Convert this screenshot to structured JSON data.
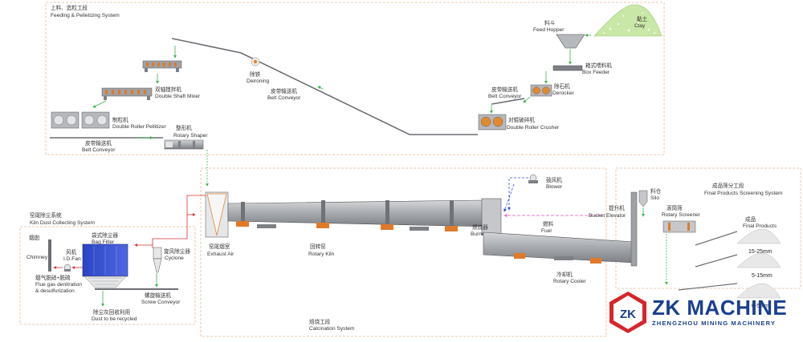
{
  "colors": {
    "section_border": "#e8b890",
    "kiln_gray": "#a8abaf",
    "belt": "#6b6e73",
    "arrow_green": "#3cb44a",
    "air_red": "#d93030",
    "blower_blue": "#3b4fd8",
    "fuel_pink": "#e37bd3",
    "logo_red": "#d6262b",
    "logo_blue": "#1a3f8f",
    "clay_green": "#c9e7a6",
    "mixer_orange": "#e07a2a"
  },
  "sections": {
    "feeding": {
      "cn": "上料、造粒工段",
      "en": "Feeding & Pelletizing System"
    },
    "calcination": {
      "cn": "焙烧工段",
      "en": "Calcination System"
    },
    "screening": {
      "cn": "成品筛分工段",
      "en": "Final Products Screening System"
    },
    "dust": {
      "cn": "窑尾除尘系统",
      "en": "Kiln Dust Collecting System"
    }
  },
  "labels": {
    "clay": {
      "cn": "黏土",
      "en": "Clay"
    },
    "feed_hopper": {
      "cn": "料斗",
      "en": "Feed Hopper"
    },
    "box_feeder": {
      "cn": "箱式喂料机",
      "en": "Box Feeder"
    },
    "derocker": {
      "cn": "除石机",
      "en": "Derocker"
    },
    "belt_conveyor_right": {
      "cn": "皮带输送机",
      "en": "Belt Conveyor"
    },
    "double_roller_crusher": {
      "cn": "对辊破碎机",
      "en": "Double Roller Crusher"
    },
    "belt_conveyor_mid": {
      "cn": "皮带输送机",
      "en": "Belt Conveyor"
    },
    "deironing": {
      "cn": "除铁",
      "en": "Deironing"
    },
    "double_shaft_mixer": {
      "cn": "双轴搅拌机",
      "en": "Double Shaft Mixer"
    },
    "pelletizer": {
      "cn": "制粒机",
      "en": "Double Roller Pellitizer"
    },
    "belt_conveyor_left": {
      "cn": "皮带输送机",
      "en": "Belt Conveyor"
    },
    "rotary_shaper": {
      "cn": "整形机",
      "en": "Rotary Shaper"
    },
    "blower": {
      "cn": "鼓风机",
      "en": "Blower"
    },
    "exhaust_air": {
      "cn": "窑尾烟室",
      "en": "Exhaust Air"
    },
    "preheater": {
      "cn": "回转窑",
      "en": "Rotary Kiln"
    },
    "burner": {
      "cn": "燃烧器",
      "en": "Burner"
    },
    "fuel": {
      "cn": "燃料",
      "en": "Fuel"
    },
    "bucket_elevator": {
      "cn": "提升机",
      "en": "Bucket Elevator"
    },
    "rotary_cooler": {
      "cn": "冷却机",
      "en": "Rotary Cooler"
    },
    "silo": {
      "cn": "料仓",
      "en": "Silo"
    },
    "rotary_screener": {
      "cn": "滚筒筛",
      "en": "Rotary Screener"
    },
    "final_products": {
      "cn": "成品",
      "en": "Final Products"
    },
    "size_1": "15-25mm",
    "size_2": "5-15mm",
    "size_3": "0-5mm",
    "chimney": {
      "cn": "烟囱",
      "en": "Chimney"
    },
    "id_fan": {
      "cn": "风机",
      "en": "I.D.Fan"
    },
    "bag_filter": {
      "cn": "袋式除尘器",
      "en": "Bag Filter"
    },
    "cyclone": {
      "cn": "旋风除尘器",
      "en": "Cyclone"
    },
    "denitration": {
      "cn": "烟气脱硝+脱硫",
      "en1": "Flue gas denitration",
      "en2": "& desulfurization"
    },
    "screw_conveyor": {
      "cn": "螺旋输送机",
      "en": "Screw Conveyor"
    },
    "dust_recycle": {
      "cn": "除尘灰回收利用",
      "en": "Dust to be recycled"
    }
  },
  "logo": {
    "mark": "ZK",
    "name": "ZK MACHINE",
    "sub": "ZHENGZHOU MINING MACHINERY"
  }
}
